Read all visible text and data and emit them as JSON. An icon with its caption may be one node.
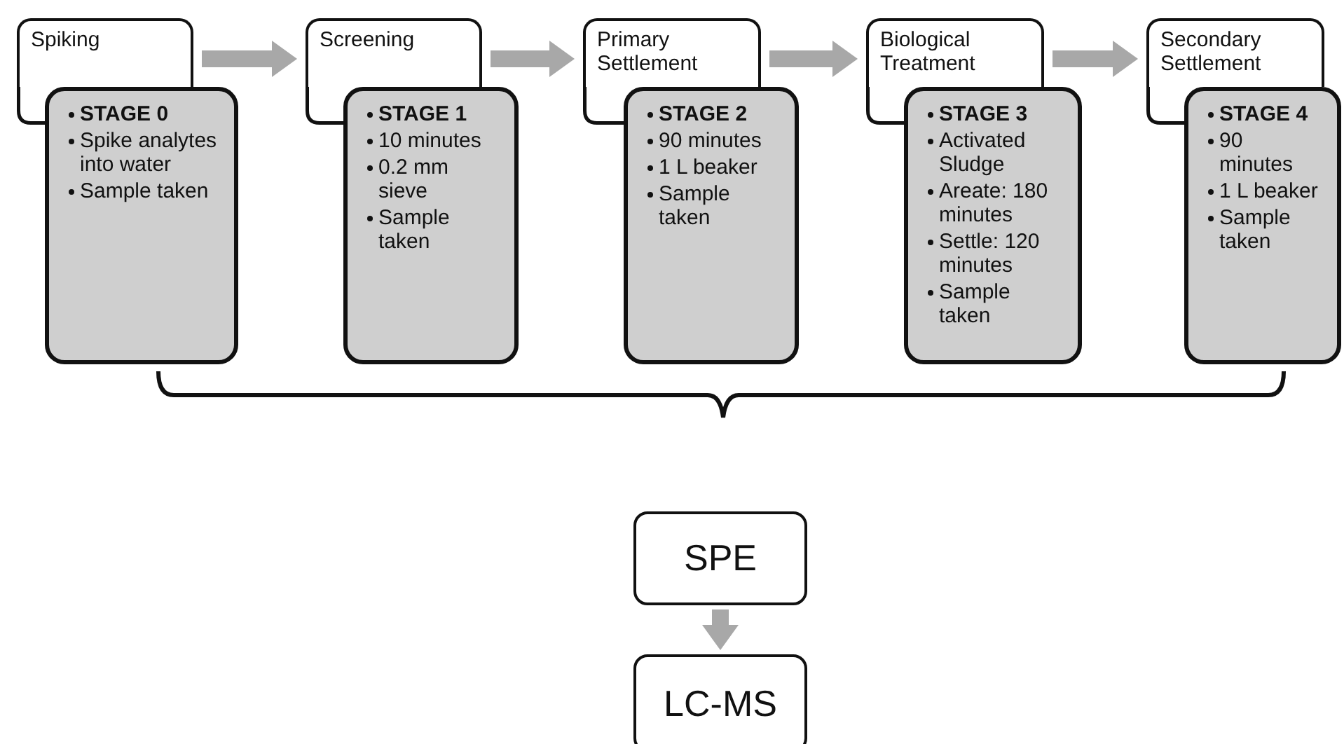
{
  "diagram": {
    "nodes": [
      {
        "text": [
          "Spiking"
        ]
      },
      {
        "text": [
          "STAGE 0",
          "Spike analytes into water",
          "Sample taken"
        ]
      },
      {
        "text": [
          "Screening"
        ]
      },
      {
        "text": [
          "STAGE 1",
          "10 minutes",
          "0.2 mm sieve",
          "Sample taken"
        ]
      },
      {
        "text": [
          "Primary Settlement"
        ]
      },
      {
        "text": [
          "STAGE 2",
          "90 minutes",
          "1 L beaker",
          "Sample taken"
        ]
      },
      {
        "text": [
          "Biological Treatment"
        ]
      },
      {
        "text": [
          "STAGE 3",
          "Activated Sludge",
          "Areate: 180 minutes",
          "Settle: 120 minutes",
          "Sample taken"
        ]
      },
      {
        "text": [
          "Secondary Settlement"
        ]
      },
      {
        "text": [
          "STAGE 4",
          "90 minutes",
          "1 L beaker",
          "Sample taken"
        ]
      },
      {
        "text": [
          "SPE"
        ]
      },
      {
        "text": [
          "LC-MS"
        ]
      }
    ],
    "edges": [
      {
        "from": 0,
        "to": 2,
        "arrow": "to"
      },
      {
        "from": 2,
        "to": 4,
        "arrow": "to"
      },
      {
        "from": 4,
        "to": 6,
        "arrow": "to"
      },
      {
        "from": 6,
        "to": 8,
        "arrow": "to"
      },
      {
        "from": 10,
        "to": 11,
        "arrow": "to"
      }
    ]
  }
}
